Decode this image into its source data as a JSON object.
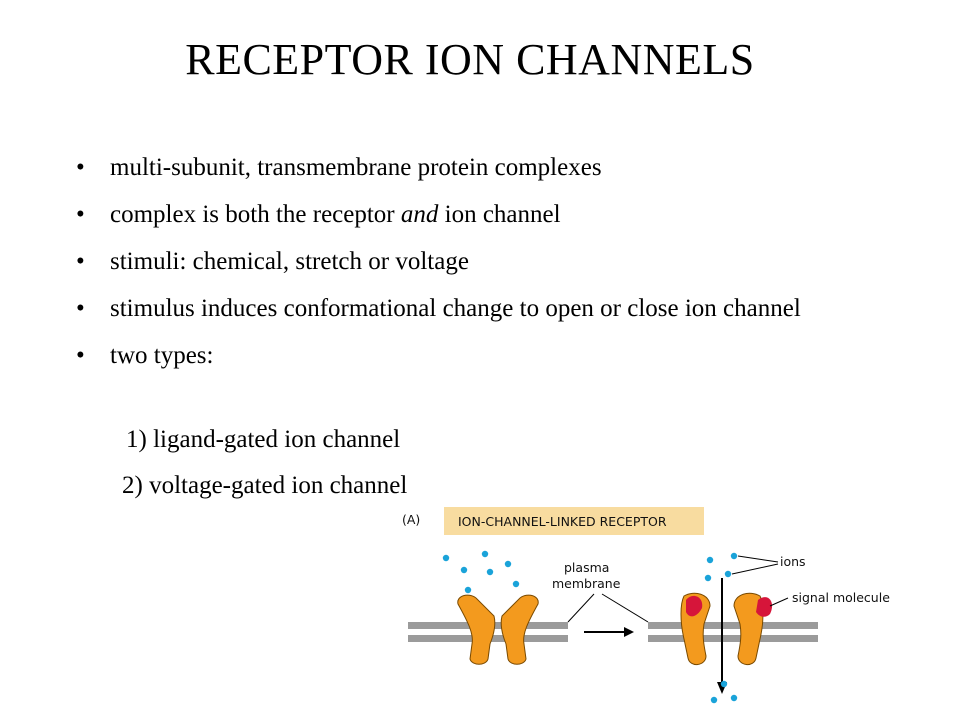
{
  "slide": {
    "title": "RECEPTOR ION CHANNELS",
    "bullets": [
      {
        "before": "multi-subunit, transmembrane protein complexes"
      },
      {
        "before": "complex is both the receptor ",
        "em": "and",
        "after": " ion channel"
      },
      {
        "before": "stimuli: chemical, stretch or voltage"
      },
      {
        "before": "stimulus induces conformational change to open or close ion channel"
      },
      {
        "before": "two types:"
      }
    ],
    "bullet_symbol": "•",
    "subitems": [
      "1) ligand-gated ion channel",
      "2) voltage-gated ion channel"
    ]
  },
  "figure": {
    "panel_label": "(A)",
    "header": "ION-CHANNEL-LINKED RECEPTOR",
    "labels": {
      "plasma_line1": "plasma",
      "plasma_line2": "membrane",
      "ions": "ions",
      "signal": "signal molecule"
    },
    "colors": {
      "channel": "#f39a1e",
      "channel_stroke": "#7a4a00",
      "signal": "#d6153a",
      "ion": "#1aa3d9",
      "membrane": "#9b9b9b",
      "header_bg": "#f8dca0"
    }
  }
}
